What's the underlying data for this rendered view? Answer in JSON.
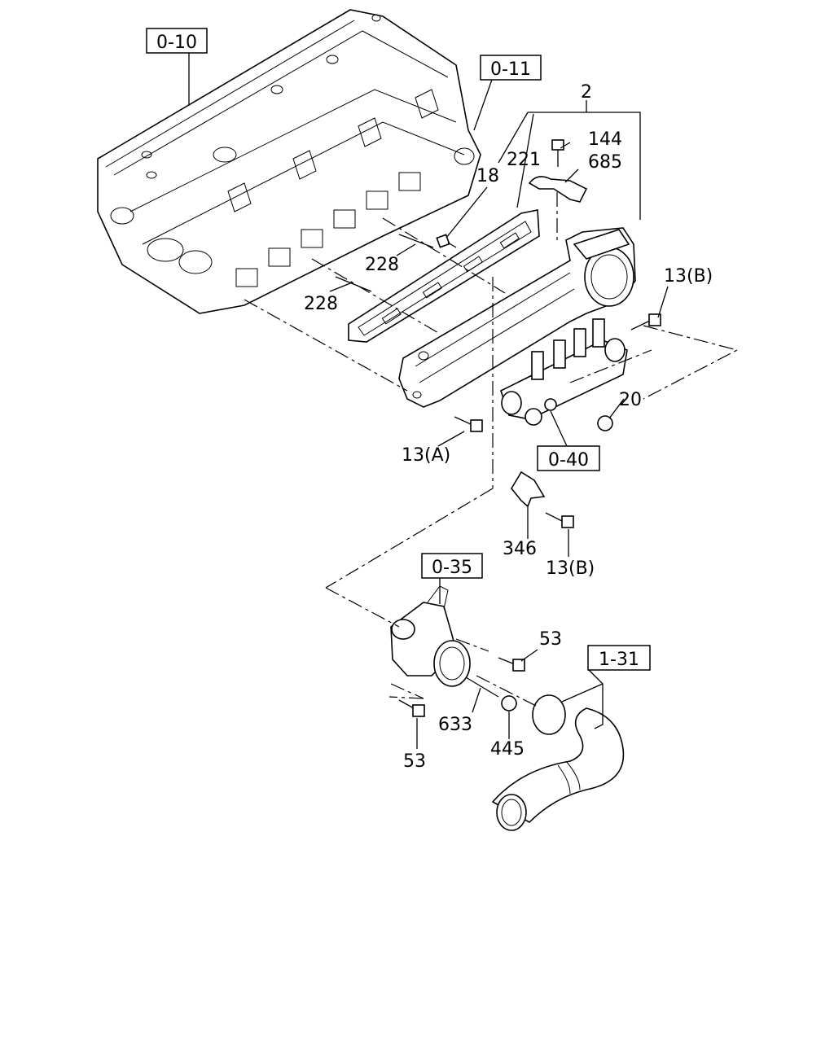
{
  "refs": {
    "r010": "0-10",
    "r011": "0-11",
    "r040": "0-40",
    "r035": "0-35",
    "r131": "1-31"
  },
  "parts": {
    "p2": "2",
    "p144": "144",
    "p221": "221",
    "p685": "685",
    "p18": "18",
    "p228a": "228",
    "p228b": "228",
    "p13b_top": "13(B)",
    "p20": "20",
    "p13a": "13(A)",
    "p346": "346",
    "p13b_low": "13(B)",
    "p53a": "53",
    "p53b": "53",
    "p633": "633",
    "p445": "445"
  }
}
